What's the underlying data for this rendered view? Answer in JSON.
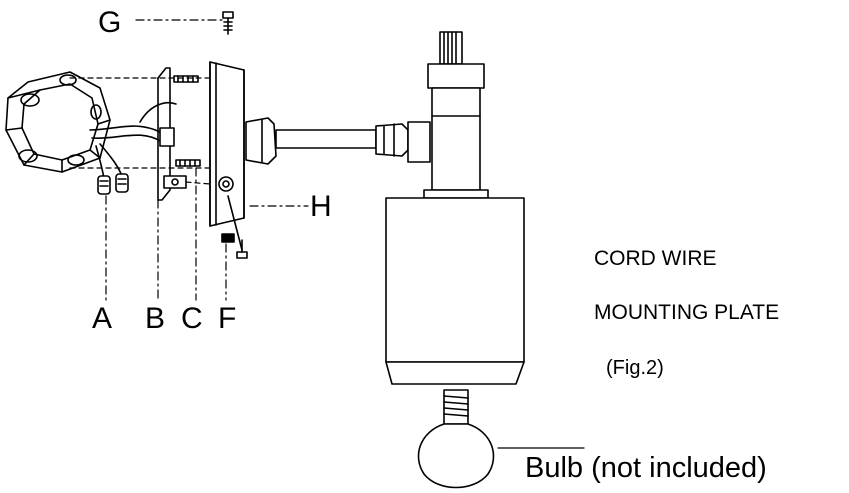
{
  "callouts": {
    "a": "A",
    "b": "B",
    "c": "C",
    "f": "F",
    "g": "G",
    "h": "H"
  },
  "notes": {
    "cord_wire": "CORD WIRE",
    "mounting_plate": "MOUNTING PLATE",
    "figure": "(Fig.2)",
    "bulb": "Bulb (not included)"
  }
}
